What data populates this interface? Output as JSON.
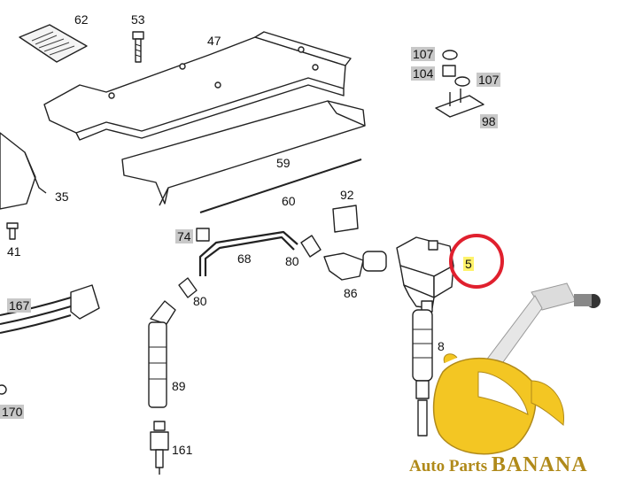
{
  "parts": [
    {
      "id": "p62",
      "number": "62",
      "highlight": "none"
    },
    {
      "id": "p53",
      "number": "53",
      "highlight": "none"
    },
    {
      "id": "p47",
      "number": "47",
      "highlight": "none"
    },
    {
      "id": "p107a",
      "number": "107",
      "highlight": "grey"
    },
    {
      "id": "p104",
      "number": "104",
      "highlight": "grey"
    },
    {
      "id": "p107b",
      "number": "107",
      "highlight": "grey"
    },
    {
      "id": "p98",
      "number": "98",
      "highlight": "grey"
    },
    {
      "id": "p35",
      "number": "35",
      "highlight": "none"
    },
    {
      "id": "p59",
      "number": "59",
      "highlight": "none"
    },
    {
      "id": "p41",
      "number": "41",
      "highlight": "none"
    },
    {
      "id": "p60",
      "number": "60",
      "highlight": "none"
    },
    {
      "id": "p92",
      "number": "92",
      "highlight": "none"
    },
    {
      "id": "p74",
      "number": "74",
      "highlight": "grey"
    },
    {
      "id": "p68",
      "number": "68",
      "highlight": "none"
    },
    {
      "id": "p80a",
      "number": "80",
      "highlight": "none"
    },
    {
      "id": "p5",
      "number": "5",
      "highlight": "yellow"
    },
    {
      "id": "p86",
      "number": "86",
      "highlight": "none"
    },
    {
      "id": "p167",
      "number": "167",
      "highlight": "grey"
    },
    {
      "id": "p80b",
      "number": "80",
      "highlight": "none"
    },
    {
      "id": "p8",
      "number": "8",
      "highlight": "none"
    },
    {
      "id": "p89",
      "number": "89",
      "highlight": "none"
    },
    {
      "id": "p170",
      "number": "170",
      "highlight": "grey"
    },
    {
      "id": "p161",
      "number": "161",
      "highlight": "none"
    }
  ],
  "callout": {
    "part_id": "p5",
    "color": "#e0202e"
  },
  "watermark": {
    "text_a": "Auto Parts ",
    "text_b": "BANANA"
  },
  "colors": {
    "line": "#222222",
    "grey_highlight": "#c8c8c8",
    "yellow_highlight": "#fff36b",
    "banana": "#f3c623"
  }
}
